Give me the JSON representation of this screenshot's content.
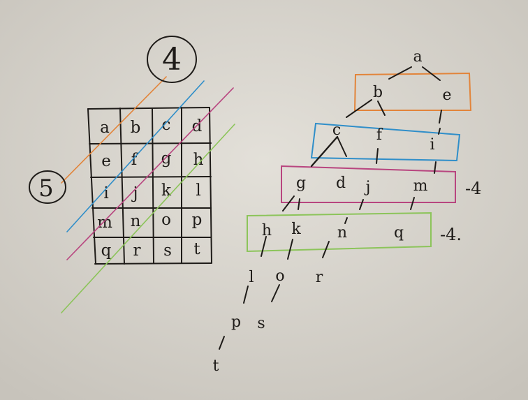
{
  "grid": {
    "rows": [
      [
        "a",
        "b",
        "c",
        "d"
      ],
      [
        "e",
        "f",
        "g",
        "h"
      ],
      [
        "i",
        "j",
        "k",
        "l"
      ],
      [
        "m",
        "n",
        "o",
        "p"
      ],
      [
        "q",
        "r",
        "s",
        "t"
      ]
    ],
    "circled_top": "4",
    "circled_left": "5"
  },
  "tree": {
    "root": "a",
    "nodes": {
      "a": "a",
      "b": "b",
      "e": "e",
      "c": "c",
      "f": "f",
      "i": "i",
      "g": "g",
      "d": "d",
      "j": "j",
      "m": "m",
      "h": "h",
      "k": "k",
      "n": "n",
      "q": "q",
      "l": "l",
      "o": "o",
      "r": "r",
      "p": "p",
      "s": "s",
      "t": "t"
    },
    "level_labels": [
      "-4",
      "-4."
    ]
  },
  "colors": {
    "paper": "#d9d5cd",
    "ink": "#1e1b18",
    "orange": "#e2843a",
    "blue": "#2f8ec9",
    "magenta": "#b8457f",
    "green": "#8cc45a",
    "olive": "#8a9a45"
  }
}
